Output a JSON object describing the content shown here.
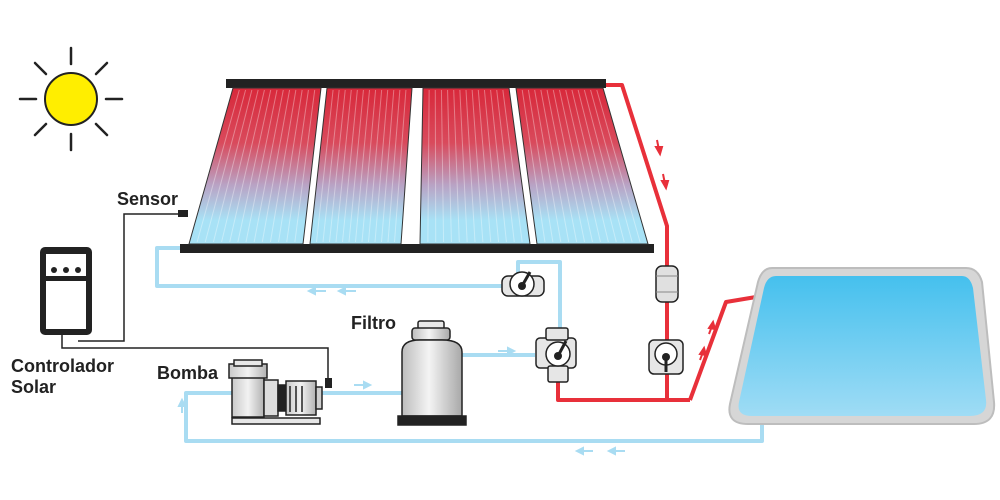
{
  "labels": {
    "sensor": "Sensor",
    "filter": "Filtro",
    "pump": "Bomba",
    "controller_line1": "Controlador",
    "controller_line2": "Solar"
  },
  "colors": {
    "hot_pipe": "#e8303a",
    "cold_pipe": "#a9dcf2",
    "sun_fill": "#ffee00",
    "panel_top": "#d8283a",
    "panel_bottom": "#a8e2f6",
    "pool_water": "#6cccf0",
    "pool_edge": "#cfcfcf"
  },
  "icons": [
    "sun-icon",
    "controller-icon",
    "sensor-icon",
    "pump-icon",
    "filter-icon",
    "valve-icon",
    "check-valve-icon",
    "solar-panel-icon",
    "pool-icon"
  ]
}
